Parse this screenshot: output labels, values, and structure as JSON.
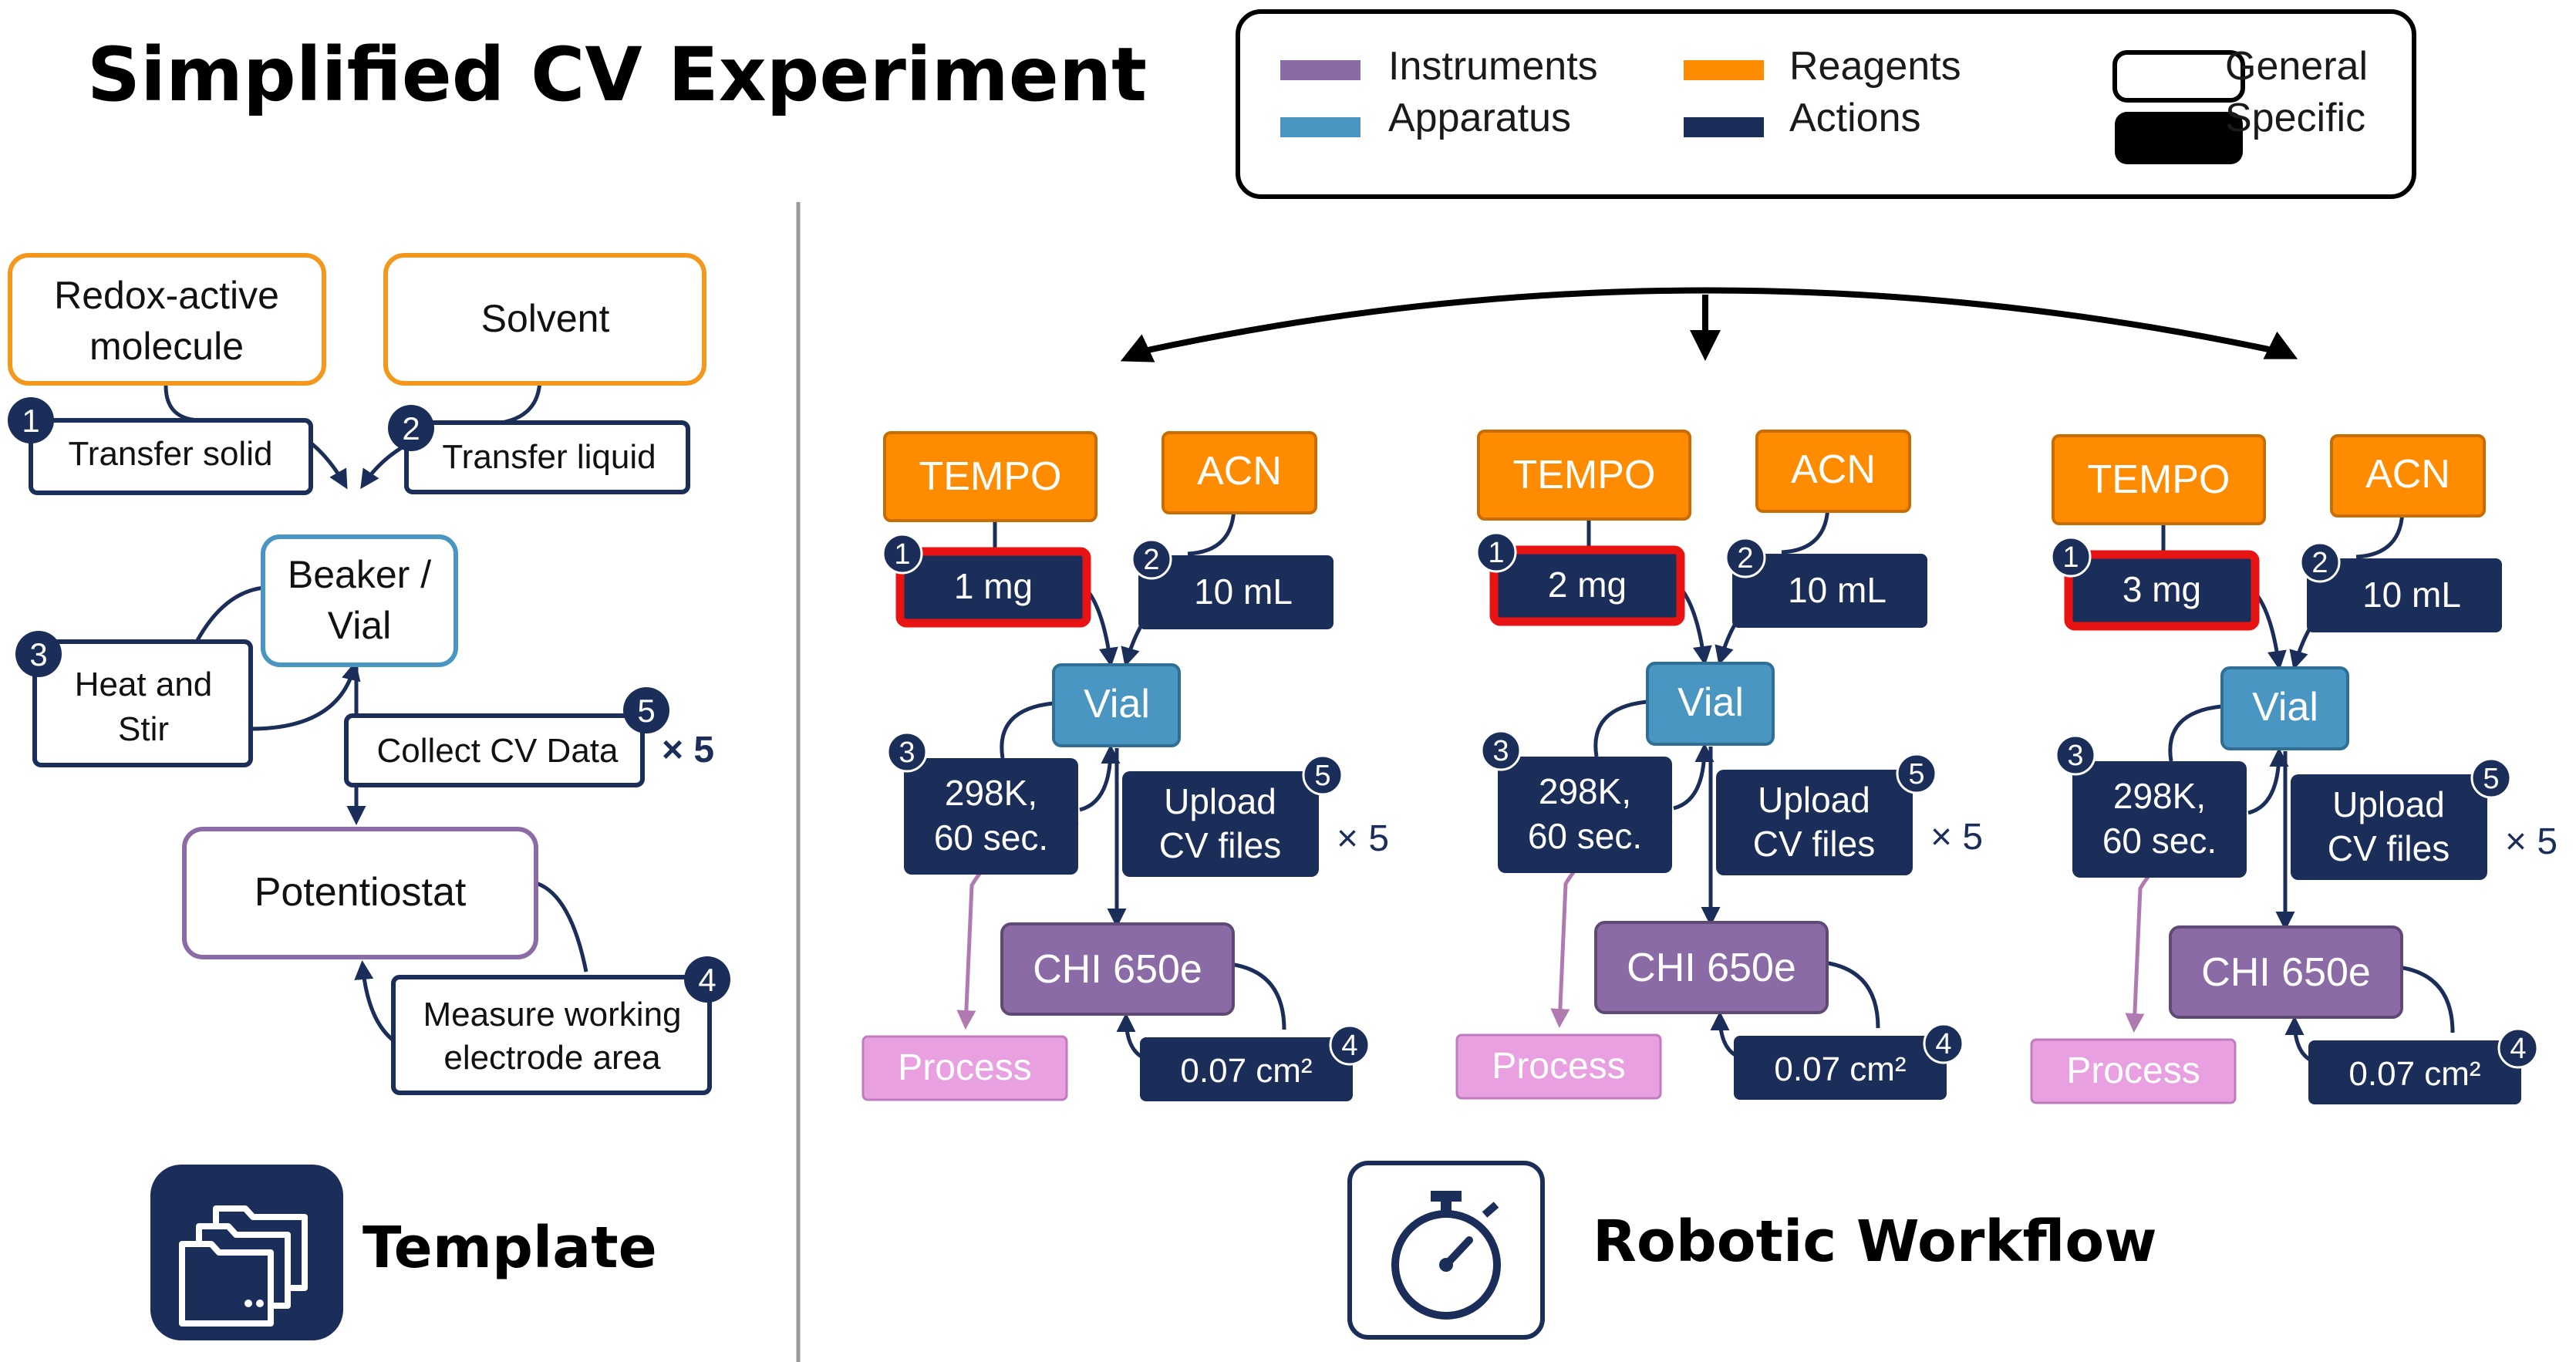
{
  "title": "Simplified CV Experiment",
  "legend": {
    "instruments": "Instruments",
    "apparatus": "Apparatus",
    "reagents": "Reagents",
    "actions": "Actions",
    "general": "General",
    "specific": "Specific"
  },
  "colors": {
    "instruments": "#8b6ba5",
    "apparatus": "#4a96c2",
    "reagents": "#ff8c00",
    "actions": "#1b2e5a",
    "highlight": "#e81313",
    "process": "#e8a0e0",
    "process_text": "#ffffff",
    "divider": "#9a9a9a"
  },
  "template": {
    "reagent1_line1": "Redox-active",
    "reagent1_line2": "molecule",
    "reagent2": "Solvent",
    "step1": "Transfer solid",
    "step2": "Transfer liquid",
    "apparatus_line1": "Beaker /",
    "apparatus_line2": "Vial",
    "step3_line1": "Heat and",
    "step3_line2": "Stir",
    "step5": "Collect CV Data",
    "repeat": "× 5",
    "instrument": "Potentiostat",
    "step4_line1": "Measure working",
    "step4_line2": "electrode area",
    "label": "Template"
  },
  "workflow": {
    "label": "Robotic Workflow",
    "runs": [
      {
        "reagent": "TEMPO",
        "solvent": "ACN",
        "mass": "1 mg",
        "volume": "10 mL",
        "vessel": "Vial",
        "cond_line1": "298K,",
        "cond_line2": "60 sec.",
        "upload_line1": "Upload",
        "upload_line2": "CV files",
        "repeat": "× 5",
        "instrument": "CHI 650e",
        "process": "Process",
        "area": "0.07 cm²"
      },
      {
        "reagent": "TEMPO",
        "solvent": "ACN",
        "mass": "2 mg",
        "volume": "10 mL",
        "vessel": "Vial",
        "cond_line1": "298K,",
        "cond_line2": "60 sec.",
        "upload_line1": "Upload",
        "upload_line2": "CV files",
        "repeat": "× 5",
        "instrument": "CHI 650e",
        "process": "Process",
        "area": "0.07 cm²"
      },
      {
        "reagent": "TEMPO",
        "solvent": "ACN",
        "mass": "3 mg",
        "volume": "10 mL",
        "vessel": "Vial",
        "cond_line1": "298K,",
        "cond_line2": "60 sec.",
        "upload_line1": "Upload",
        "upload_line2": "CV files",
        "repeat": "× 5",
        "instrument": "CHI 650e",
        "process": "Process",
        "area": "0.07 cm²"
      }
    ]
  },
  "badges": [
    "1",
    "2",
    "3",
    "4",
    "5"
  ]
}
